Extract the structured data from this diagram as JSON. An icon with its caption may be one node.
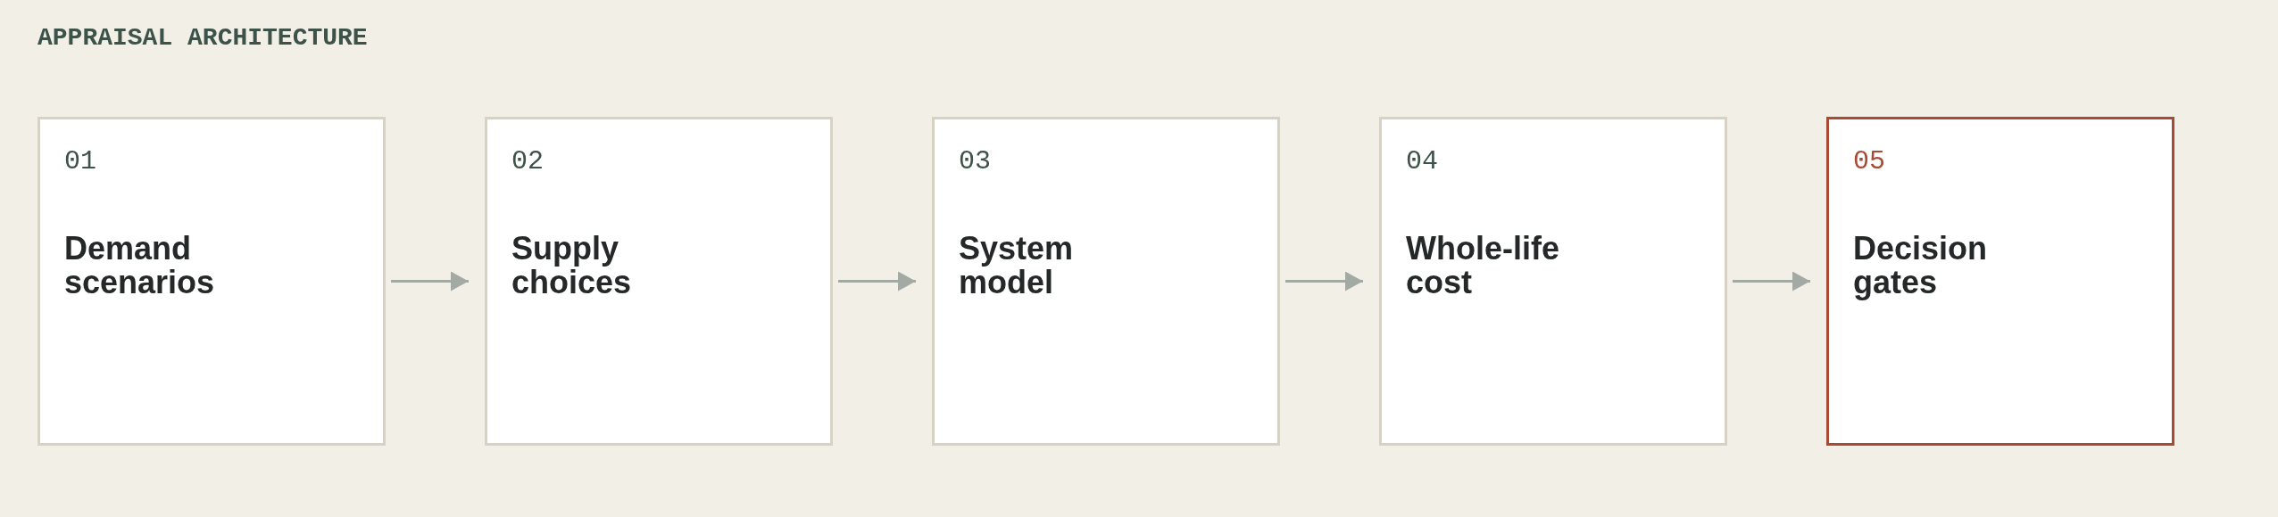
{
  "diagram": {
    "title": "APPRAISAL ARCHITECTURE",
    "nodes": [
      {
        "text": [
          "01",
          "Demand scenarios"
        ]
      },
      {
        "text": [
          "02",
          "Supply choices"
        ]
      },
      {
        "text": [
          "03",
          "System model"
        ]
      },
      {
        "text": [
          "04",
          "Whole-life cost"
        ]
      },
      {
        "text": [
          "05",
          "Decision gates"
        ]
      }
    ],
    "edges": [
      {
        "from": 0,
        "to": 1,
        "arrow": "to"
      },
      {
        "from": 1,
        "to": 2,
        "arrow": "to"
      },
      {
        "from": 2,
        "to": 3,
        "arrow": "to"
      },
      {
        "from": 3,
        "to": 4,
        "arrow": "to"
      }
    ]
  }
}
